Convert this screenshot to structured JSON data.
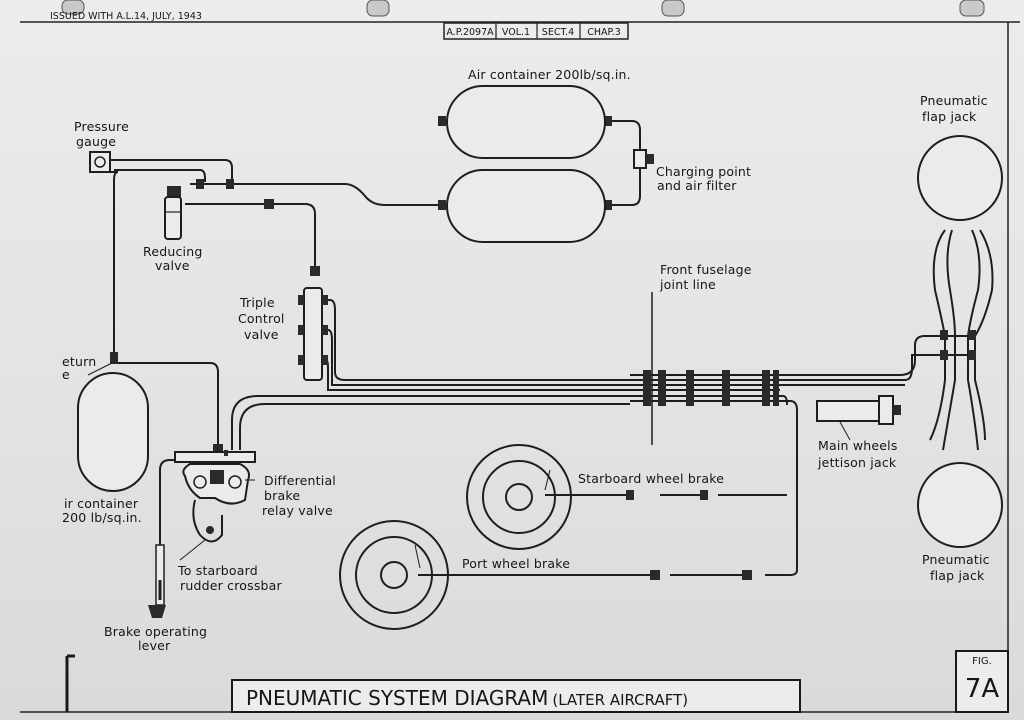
{
  "header": {
    "issue_note": "ISSUED WITH A.L.14, JULY, 1943",
    "ref_cells": [
      "A.P.2097A",
      "VOL.1",
      "SECT.4",
      "CHAP.3"
    ]
  },
  "labels": {
    "air_container_top": "Air container 200lb/sq.in.",
    "pressure_gauge_1": "Pressure",
    "pressure_gauge_2": "gauge",
    "charging_point_1": "Charging point",
    "charging_point_2": "and air filter",
    "reducing_valve_1": "Reducing",
    "reducing_valve_2": "valve",
    "triple_control_1": "Triple",
    "triple_control_2": "Control",
    "triple_control_3": "valve",
    "return_valve_1": "eturn",
    "return_valve_2": "e",
    "air_container_left_1": "ir container",
    "air_container_left_2": "200 lb/sq.in.",
    "diff_brake_1": "Differential",
    "diff_brake_2": "brake",
    "diff_brake_3": "relay valve",
    "rudder_1": "To starboard",
    "rudder_2": "rudder crossbar",
    "brake_lever_1": "Brake operating",
    "brake_lever_2": "lever",
    "front_fuselage_1": "Front fuselage",
    "front_fuselage_2": "joint line",
    "starboard_brake": "Starboard wheel brake",
    "port_brake": "Port wheel brake",
    "jettison_1": "Main wheels",
    "jettison_2": "jettison jack",
    "flap_top_1": "Pneumatic",
    "flap_top_2": "flap jack",
    "flap_bottom_1": "Pneumatic",
    "flap_bottom_2": "flap jack"
  },
  "title": "PNEUMATIC SYSTEM DIAGRAM",
  "title_suffix": "(LATER AIRCRAFT)",
  "figure": {
    "label": "FIG.",
    "number": "7A"
  }
}
